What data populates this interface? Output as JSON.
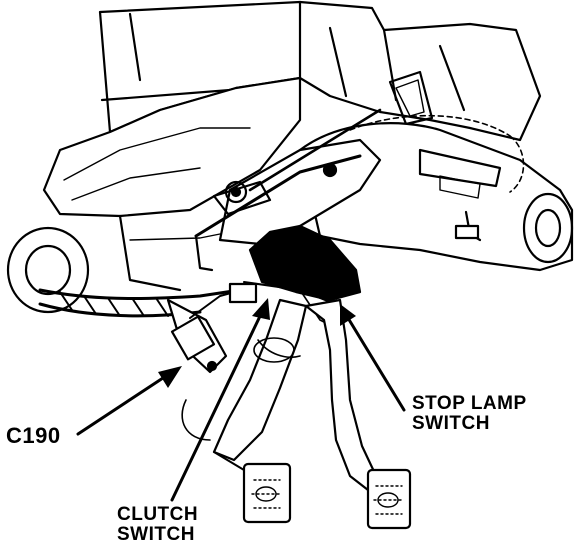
{
  "callouts": {
    "c190": "C190",
    "stop_lamp_switch": [
      "STOP LAMP",
      "SWITCH"
    ],
    "clutch_switch": [
      "CLUTCH",
      "SWITCH"
    ]
  },
  "colors": {
    "ink": "#000000",
    "paper": "#ffffff"
  }
}
